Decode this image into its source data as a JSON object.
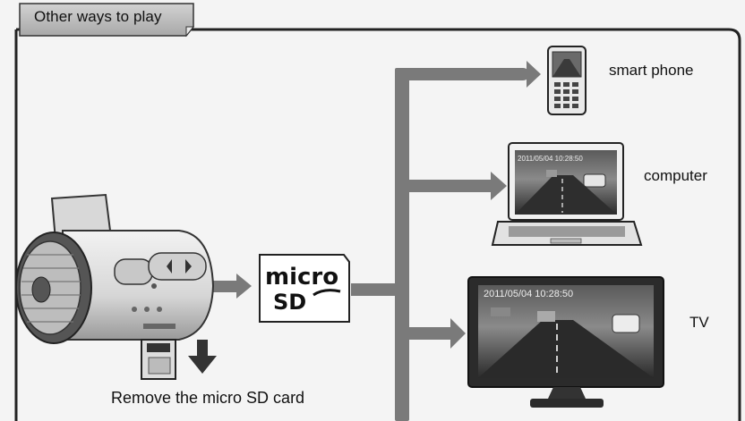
{
  "header": {
    "title": "Other ways to play"
  },
  "outputs": {
    "phone_label": "smart phone",
    "computer_label": "computer",
    "tv_label": "TV"
  },
  "sd_card": {
    "logo_top": "micro",
    "logo_bottom": "SD",
    "caption": "Remove the micro SD card"
  },
  "screens": {
    "laptop_timestamp": "2011/05/04  10:28:50",
    "tv_timestamp": "2011/05/04  10:28:50"
  }
}
